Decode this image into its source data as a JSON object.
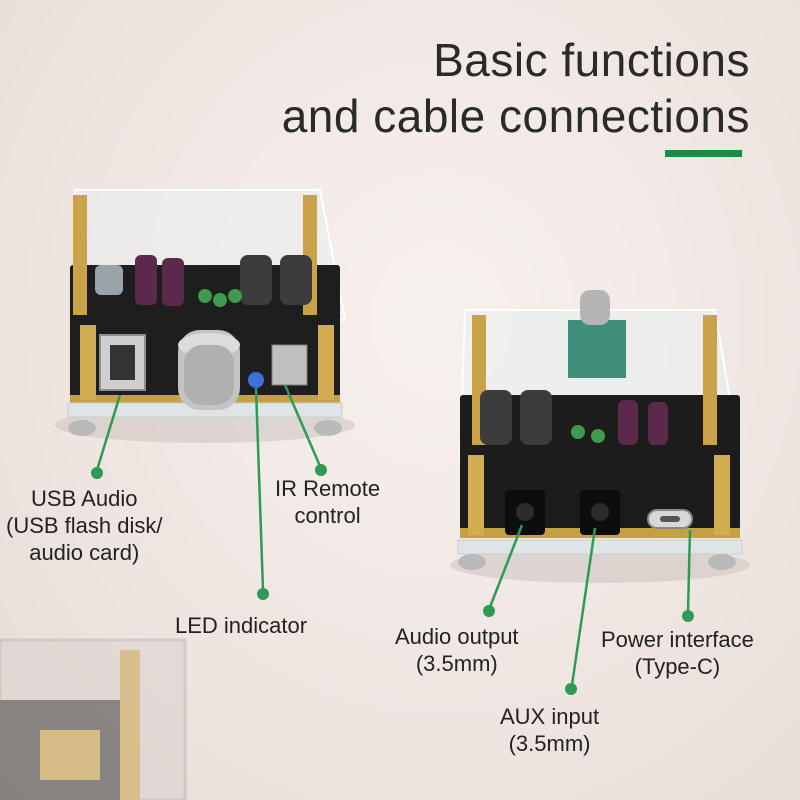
{
  "title": {
    "line1": "Basic functions",
    "line2": "and cable connections"
  },
  "colors": {
    "accent": "#1e8a44",
    "callout_line": "#2f9a55",
    "text": "#222222",
    "pcb": "#1c1c1c",
    "acrylic": "#e8eef0"
  },
  "labels": {
    "usb_audio": {
      "line1": "USB Audio",
      "line2": "(USB flash disk/",
      "line3": "audio card)"
    },
    "ir_remote": {
      "line1": "IR Remote",
      "line2": "control"
    },
    "led_indicator": {
      "line1": "LED indicator"
    },
    "audio_output": {
      "line1": "Audio output",
      "line2": "(3.5mm)"
    },
    "power_interface": {
      "line1": "Power interface",
      "line2": "(Type-C)"
    },
    "aux_input": {
      "line1": "AUX input",
      "line2": "(3.5mm)"
    }
  }
}
